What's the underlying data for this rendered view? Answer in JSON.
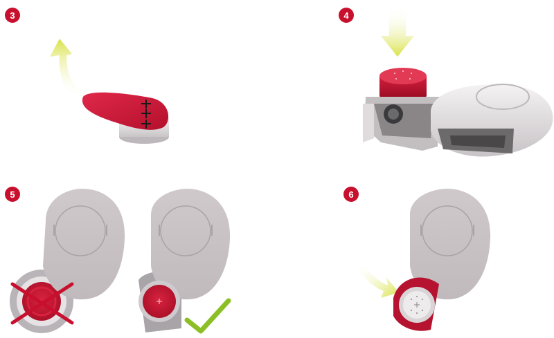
{
  "steps": [
    {
      "number": "3"
    },
    {
      "number": "4"
    },
    {
      "number": "5"
    },
    {
      "number": "6"
    }
  ],
  "colors": {
    "accent_red": "#c8102e",
    "device_grey": "#cbc5c8",
    "arrow_yellow": "#d9e24a",
    "check_green": "#8cbf26"
  },
  "icons": [
    "up-arrow-icon",
    "down-arrow-icon",
    "cross-icon",
    "checkmark-icon"
  ]
}
